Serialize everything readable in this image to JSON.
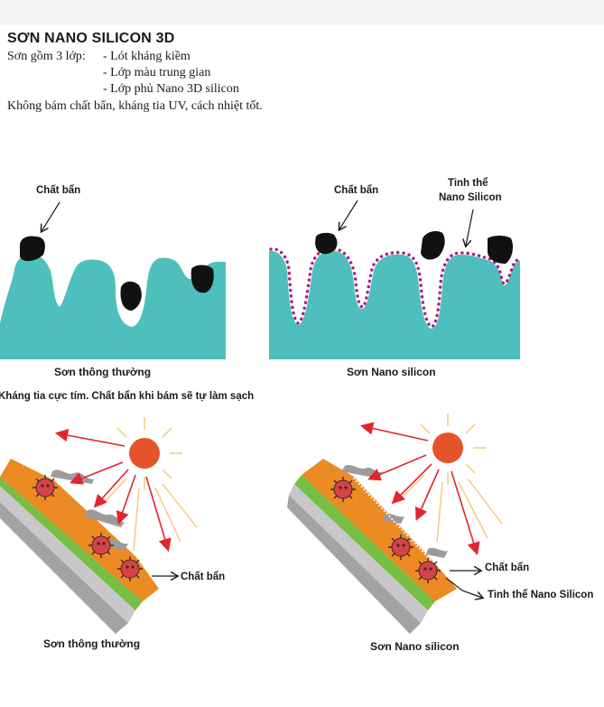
{
  "title": "SƠN NANO SILICON 3D",
  "intro": {
    "line1_prefix": "Sơn gồm 3 lớp:",
    "layers": [
      "Lót kháng kiềm",
      "Lớp màu trung gian",
      "Lớp phủ Nano 3D silicon"
    ],
    "summary": "Không bám chất bẩn, kháng tia UV, cách nhiệt tốt."
  },
  "figure1": {
    "left": {
      "dirt_label": "Chất bẩn",
      "caption": "Sơn thông thường"
    },
    "right": {
      "dirt_label": "Chất bẩn",
      "crystal_label_1": "Tinh thể",
      "crystal_label_2": "Nano Silicon",
      "caption": "Sơn Nano silicon"
    }
  },
  "section_heading": "Kháng tia cực tím. Chất bẩn khi bám sẽ tự làm sạch",
  "figure2": {
    "left": {
      "dirt_label": "Chất bẩn",
      "caption": "Sơn thông thường"
    },
    "right": {
      "dirt_label": "Chất bẩn",
      "crystal_label": "Tinh thể Nano Silicon",
      "caption": "Sơn Nano silicon"
    }
  },
  "colors": {
    "teal": "#4fbfbe",
    "dots": "#b5177a",
    "dirt": "#111111",
    "sun": "#e5532a",
    "sun_rays": "#f2c878",
    "ray_arrow": "#e0262e",
    "orange_layer": "#ec8a23",
    "green_layer": "#76bf43",
    "light_grey": "#c9c7c9",
    "dark_grey": "#a3a2a5",
    "germ": "#d8414a"
  }
}
